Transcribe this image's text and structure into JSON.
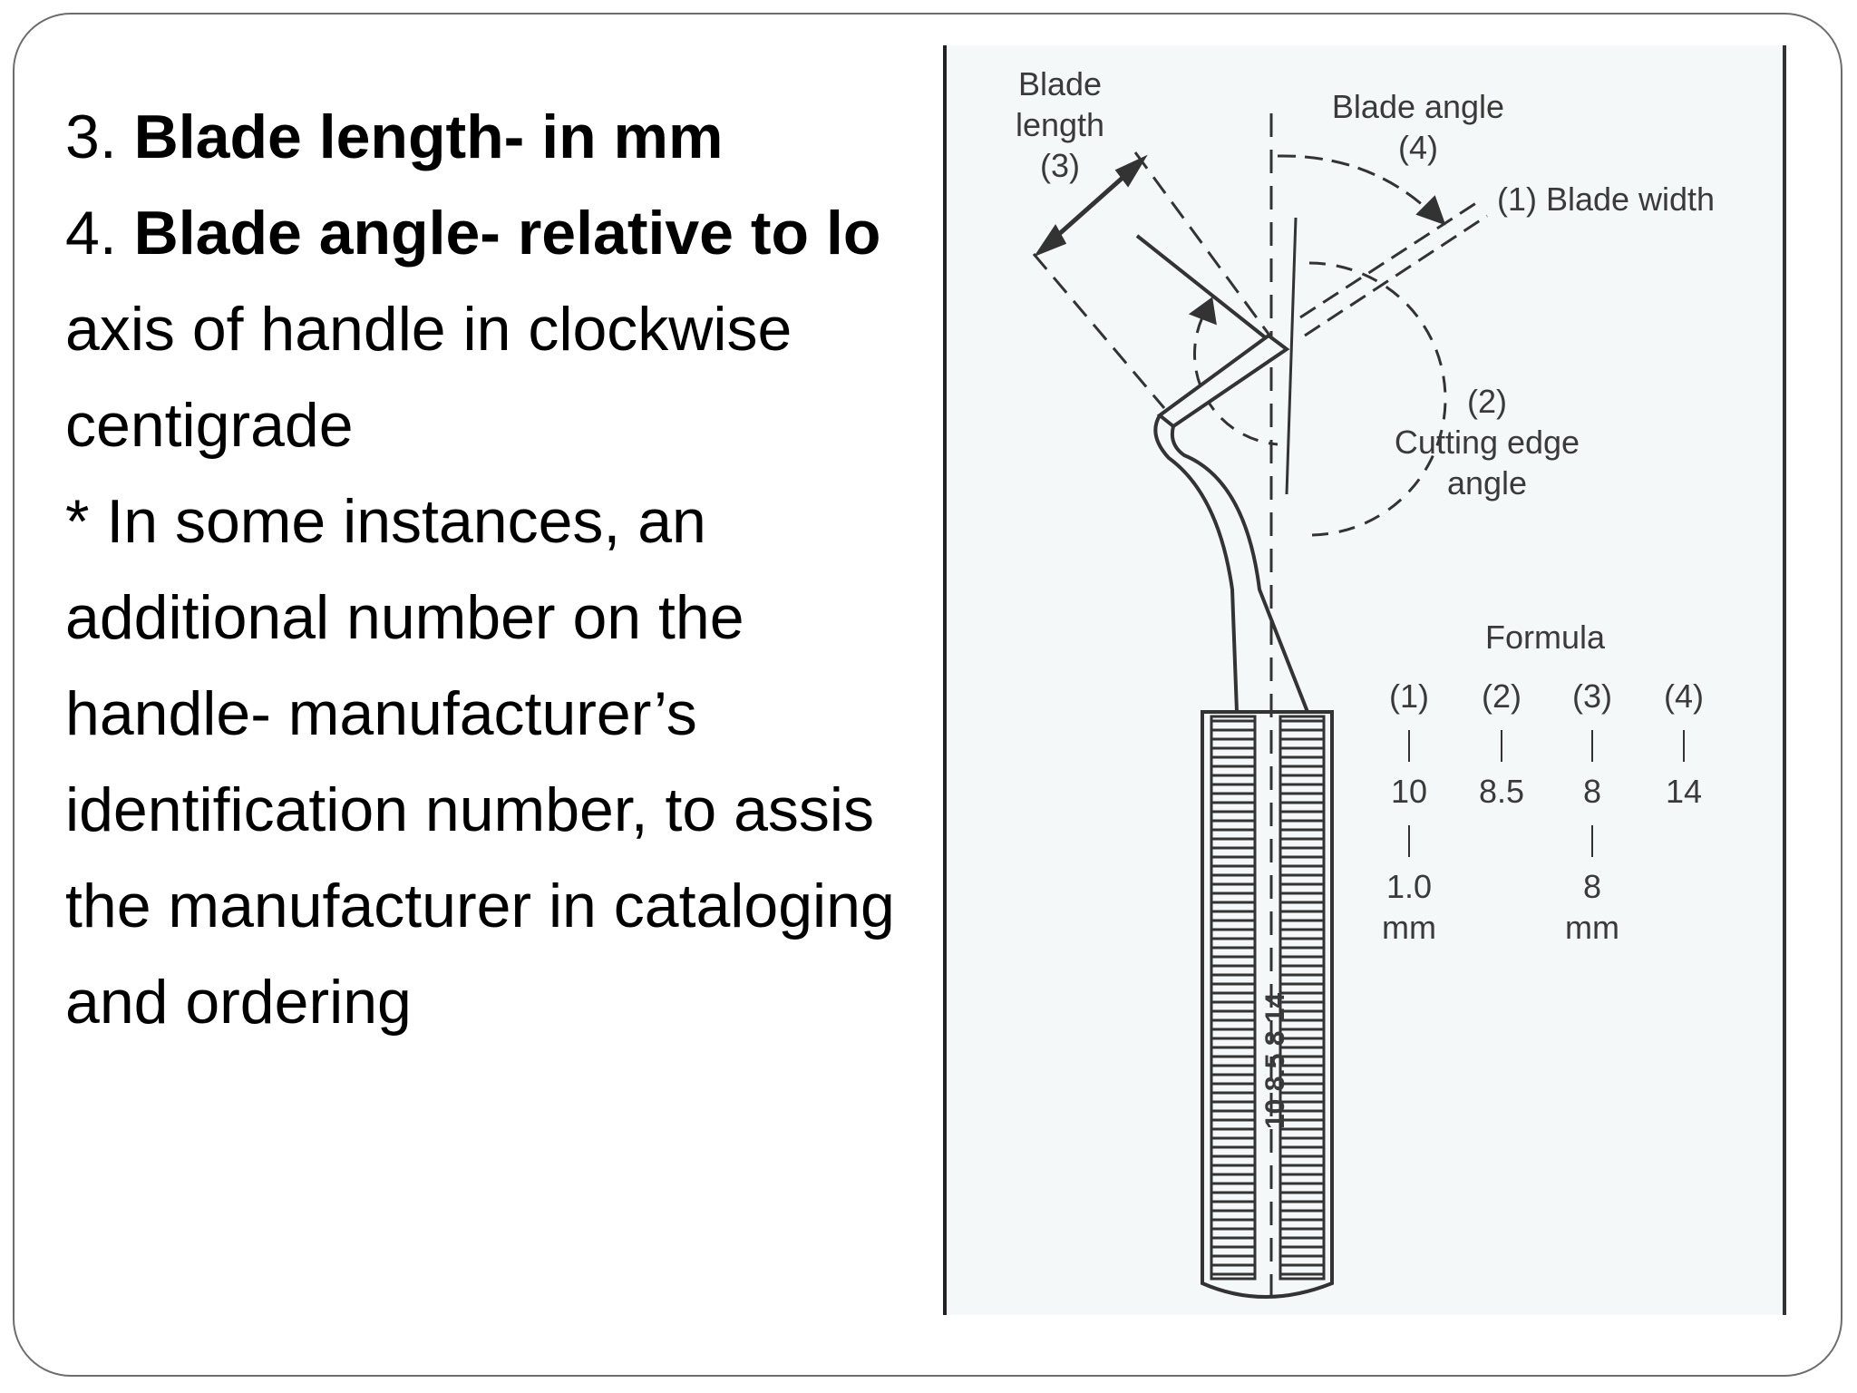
{
  "text": {
    "line1_num": "3.",
    "line1_bold": "Blade length- in mm",
    "line2_num": "4.",
    "line2_bold": "Blade angle- relative to lo",
    "line3": "axis of handle in clockwise",
    "line4": "centigrade",
    "line5": "* In some instances, an",
    "line6": "additional number on the",
    "line7": "handle- manufacturer’s",
    "line8": "identification number, to assis",
    "line9": "the manufacturer in cataloging",
    "line10": "and ordering"
  },
  "diagram": {
    "label_blade_length": [
      "Blade",
      "length",
      "(3)"
    ],
    "label_blade_angle": [
      "Blade angle",
      "(4)"
    ],
    "label_blade_width": "(1) Blade width",
    "label_cutting_edge": [
      "(2)",
      "Cutting edge",
      "angle"
    ],
    "formula_title": "Formula",
    "formula_numbers": [
      "(1)",
      "(2)",
      "(3)",
      "(4)"
    ],
    "formula_values": [
      "10",
      "8.5",
      "8",
      "14"
    ],
    "formula_units_1": [
      "1.0",
      "mm"
    ],
    "formula_units_3": [
      "8",
      "mm"
    ],
    "handle_inscription": "10 8.5 8 14"
  },
  "colors": {
    "figure_background": "#f4f8f8",
    "frame_border": "#6d6d6d",
    "drawing": "#333333"
  }
}
